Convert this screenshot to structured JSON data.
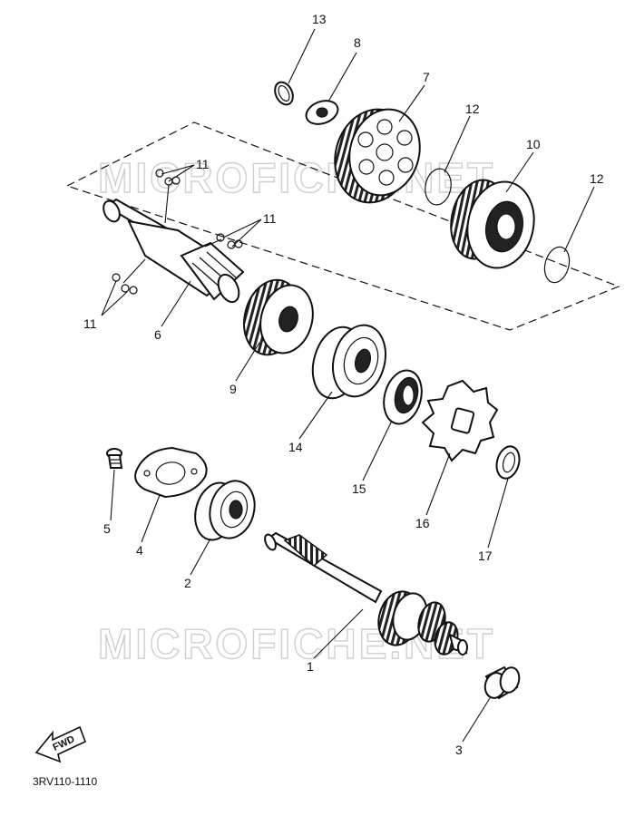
{
  "diagram": {
    "watermark": "MICROFICHE.NET",
    "diagram_code": "3RV110-1110",
    "fwd_label": "FWD",
    "callouts": {
      "p1": "1",
      "p2": "2",
      "p3": "3",
      "p4": "4",
      "p5": "5",
      "p6": "6",
      "p7": "7",
      "p8": "8",
      "p9": "9",
      "p10": "10",
      "p11a": "11",
      "p11b": "11",
      "p11c": "11",
      "p12a": "12",
      "p12b": "12",
      "p13": "13",
      "p14": "14",
      "p15": "15",
      "p16": "16",
      "p17": "17"
    }
  }
}
